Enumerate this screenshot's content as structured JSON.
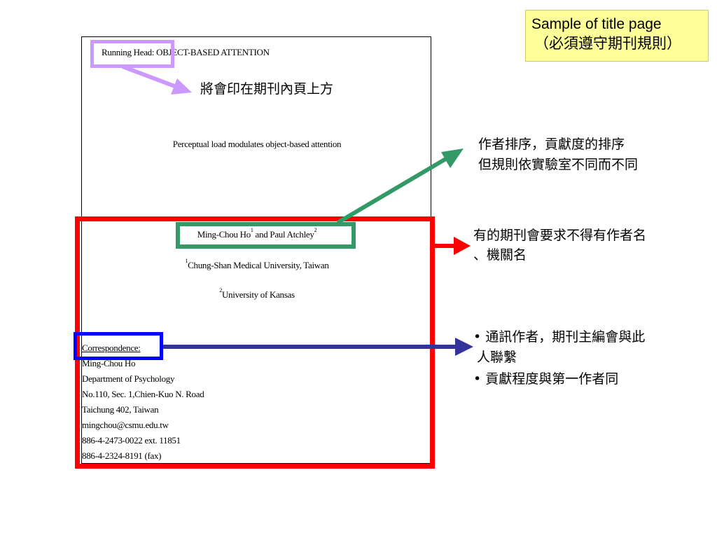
{
  "sample_box": {
    "title": "Sample of title page",
    "subtitle": "（必須遵守期刊規則）"
  },
  "document": {
    "running_head": "Running Head: OBJECT-BASED ATTENTION",
    "paper_title": "Perceptual load modulates object-based attention",
    "authors": {
      "author1": "Ming-Chou Ho",
      "sup1": "1",
      "connector": " and ",
      "author2": "Paul Atchley",
      "sup2": "2"
    },
    "affiliation1": {
      "sup": "1",
      "text": "Chung-Shan Medical University, Taiwan"
    },
    "affiliation2": {
      "sup": "2",
      "text": "University of Kansas"
    },
    "correspondence_label": "Correspondence:",
    "correspondence_lines": [
      "Ming-Chou Ho",
      "Department of Psychology",
      "No.110, Sec. 1,Chien-Kuo N. Road",
      "Taichung 402, Taiwan",
      "mingchou@csmu.edu.tw",
      "886-4-2473-0022 ext. 11851",
      "886-4-2324-8191 (fax)"
    ]
  },
  "notes": {
    "running_head_note": "將會印在期刊內頁上方",
    "author_order_line1": "作者排序，貢獻度的排序",
    "author_order_line2": "但規則依實驗室不同而不同",
    "anonymity_line1": "有的期刊會要求不得有作者名",
    "anonymity_line2": "、機關名",
    "correspondence_line1": "• 通訊作者，期刊主編會與此",
    "correspondence_line2": "人聯繫",
    "correspondence_line3": "• 貢獻程度與第一作者同"
  },
  "colors": {
    "purple": "#cc99ff",
    "green": "#339966",
    "red": "#ff0000",
    "blue": "#0000ff",
    "navy": "#333399",
    "highlight": "#ffff99"
  }
}
